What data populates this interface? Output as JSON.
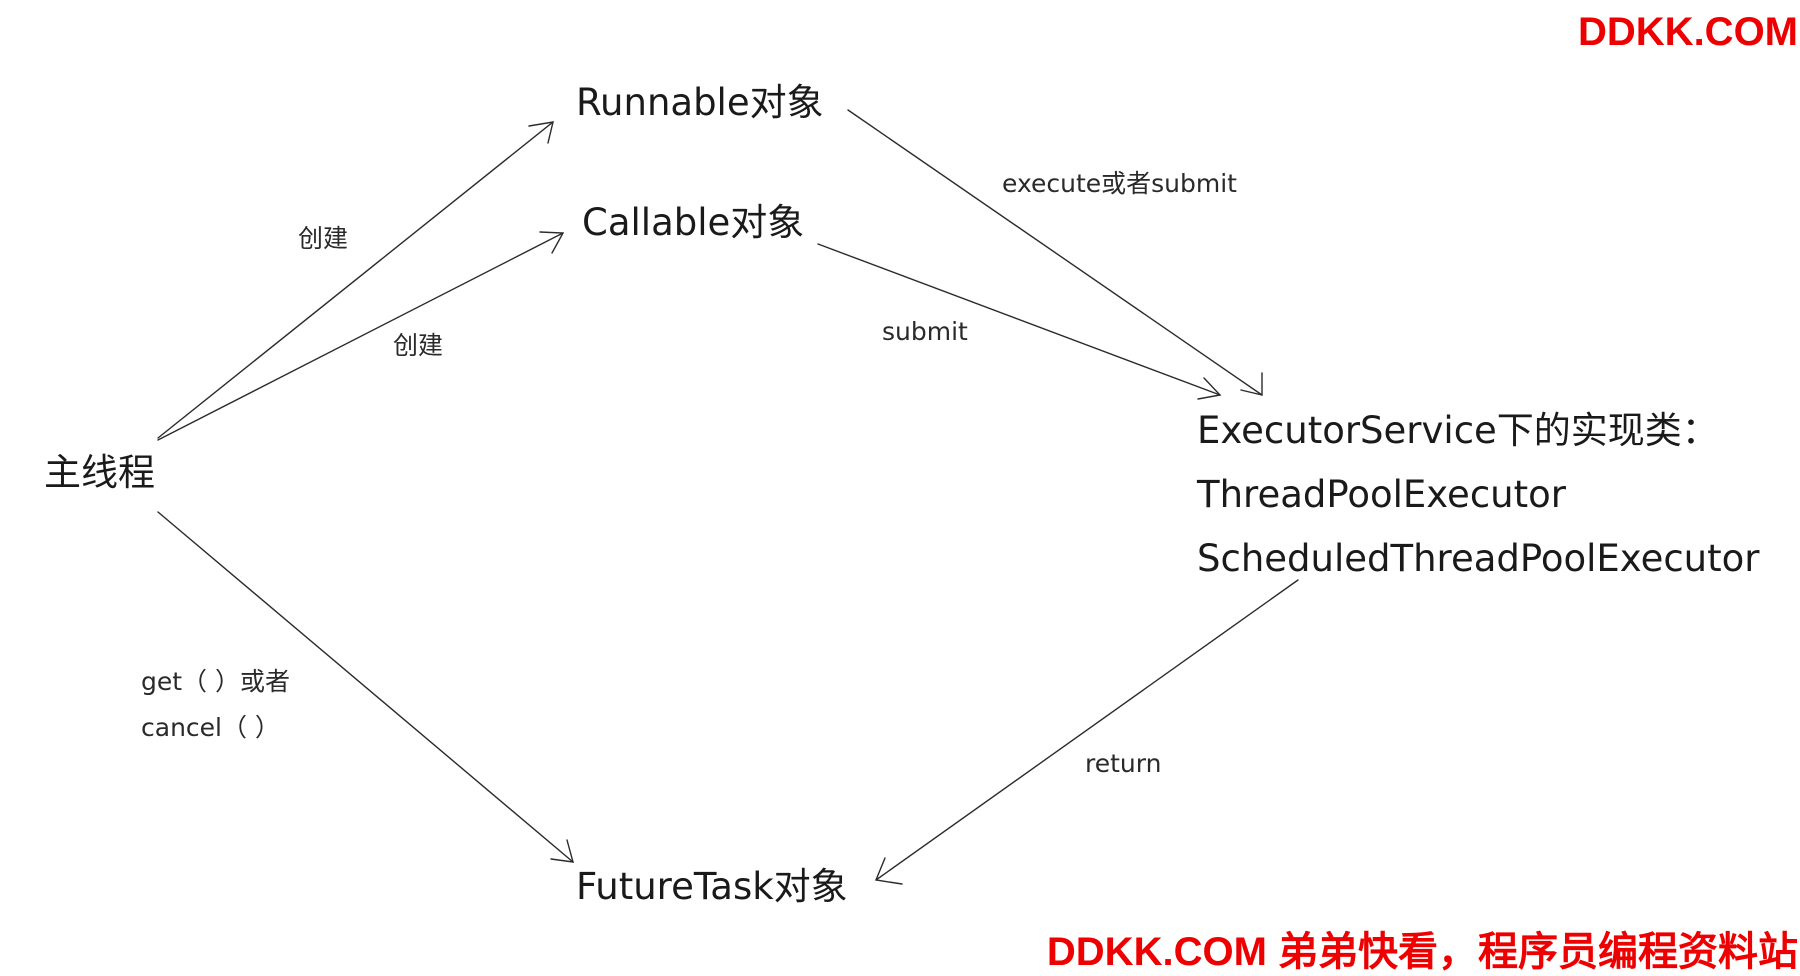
{
  "nodes": {
    "main_thread": "主线程",
    "runnable": "Runnable对象",
    "callable": "Callable对象",
    "executor_service": "ExecutorService下的实现类：",
    "thread_pool_executor": "ThreadPoolExecutor",
    "scheduled_executor": "ScheduledThreadPoolExecutor",
    "future_task": "FutureTask对象"
  },
  "edges": {
    "create_runnable": "创建",
    "create_callable": "创建",
    "execute_or_submit": "execute或者submit",
    "submit": "submit",
    "return": "return",
    "get_or": "get（ ）或者",
    "cancel": "cancel（ ）"
  },
  "watermark": {
    "top": "DDKK.COM",
    "bottom": "DDKK.COM 弟弟快看，程序员编程资料站"
  },
  "colors": {
    "line": "#2b2b2b",
    "text": "#1a1a1a",
    "watermark": "#ee0000"
  }
}
